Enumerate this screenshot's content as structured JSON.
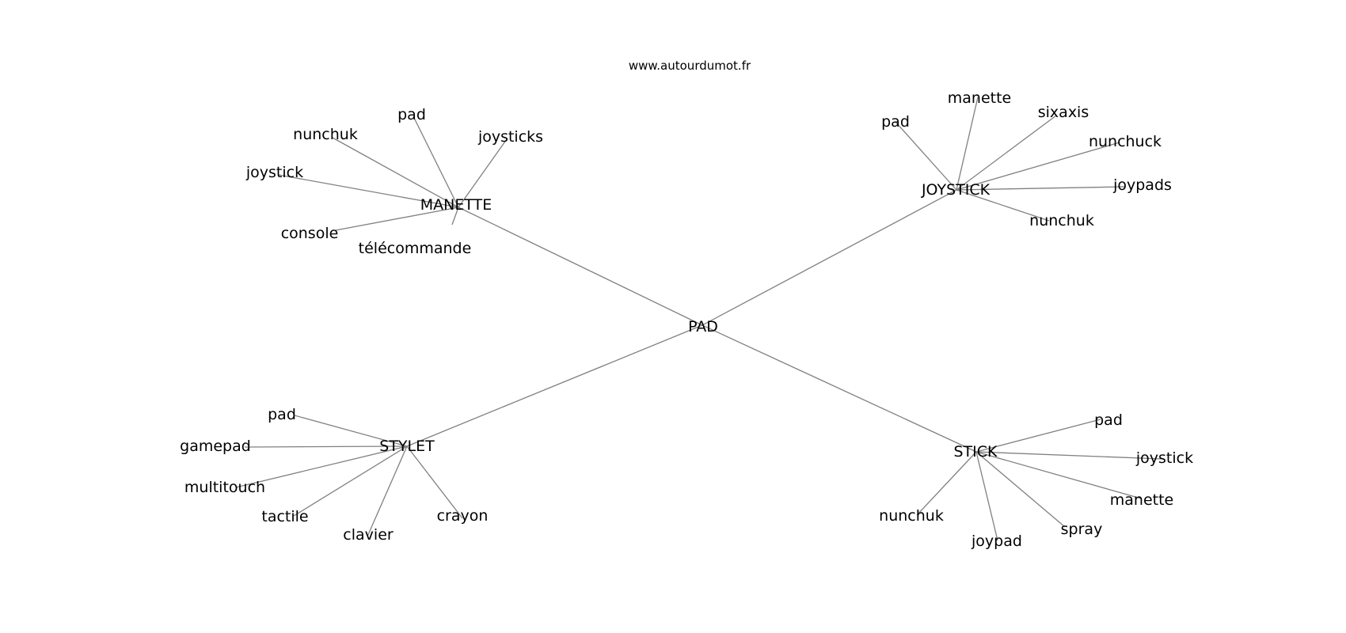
{
  "source": "www.autourdumot.fr",
  "graph": {
    "center": {
      "label": "PAD"
    },
    "clusters": [
      {
        "label": "MANETTE",
        "leaves": [
          "pad",
          "joysticks",
          "nunchuk",
          "joystick",
          "console",
          "télécommande"
        ]
      },
      {
        "label": "JOYSTICK",
        "leaves": [
          "pad",
          "manette",
          "sixaxis",
          "nunchuck",
          "joypads",
          "nunchuk"
        ]
      },
      {
        "label": "STYLET",
        "leaves": [
          "pad",
          "gamepad",
          "multitouch",
          "tactile",
          "clavier",
          "crayon"
        ]
      },
      {
        "label": "STICK",
        "leaves": [
          "pad",
          "joystick",
          "manette",
          "spray",
          "joypad",
          "nunchuk"
        ]
      }
    ],
    "colors": {
      "edge": "#808080",
      "text": "#000000",
      "background": "#ffffff"
    }
  }
}
